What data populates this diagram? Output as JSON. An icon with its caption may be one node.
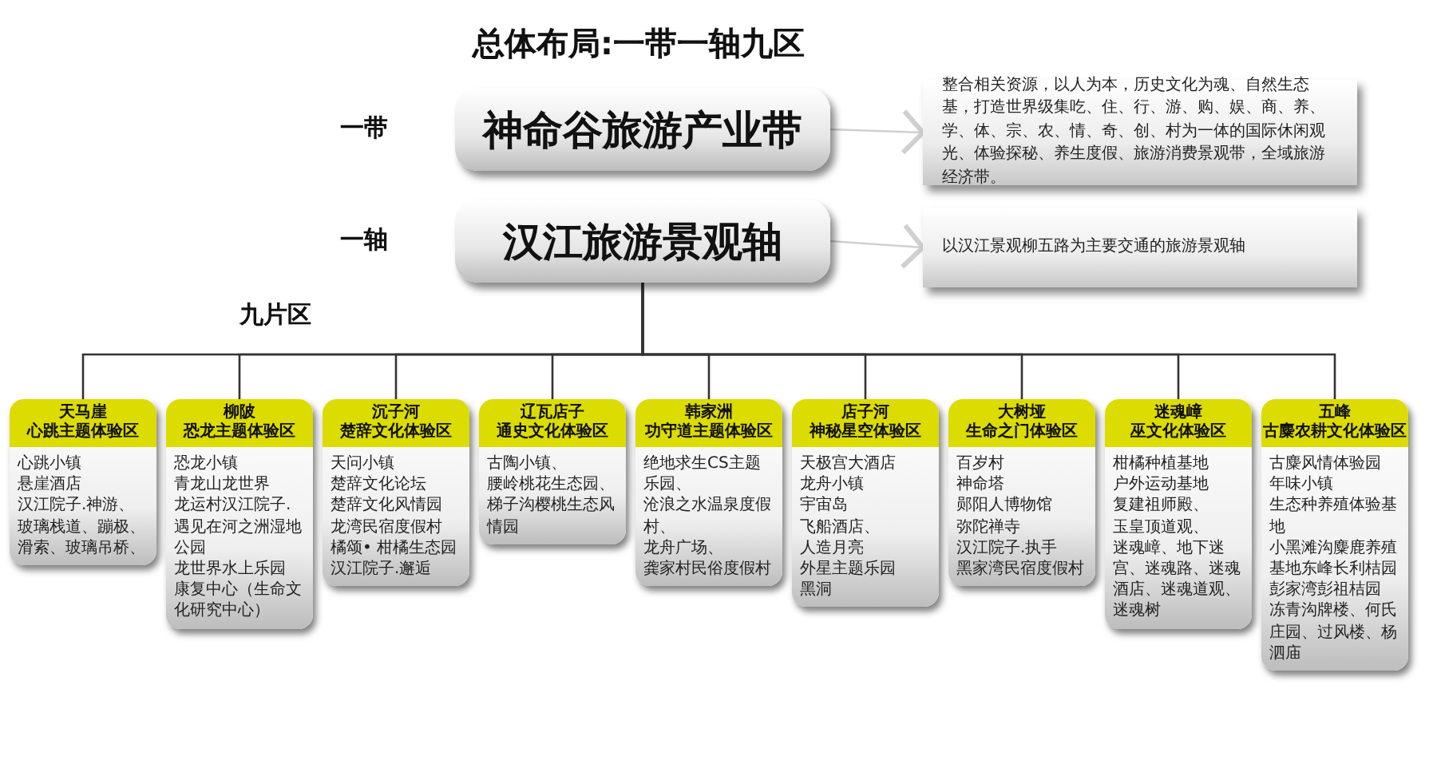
{
  "diagram": {
    "title": "总体布局:一带一轴九区",
    "nodes": [
      {
        "text": [
          "神命谷旅游产业带"
        ],
        "beside": [
          "一带"
        ]
      },
      {
        "text": [
          "整合相关资源，以人为本，历史文化为魂、自然生态基，打造世界级集吃、住、行、游、购、娱、商、养、学、体、宗、农、情、奇、创、村为一体的国际休闲观光、体验探秘、养生度假、旅游消费景观带，全域旅游经济带。"
        ]
      },
      {
        "text": [
          "汉江旅游景观轴"
        ],
        "beside": [
          "一轴"
        ]
      },
      {
        "text": [
          "以汉江景观柳五路为主要交通的旅游景观轴"
        ]
      },
      {
        "text": [
          "天马崖",
          "心跳主题体验区",
          "心跳小镇",
          "悬崖酒店",
          "汉江院子.神游、玻璃栈道、蹦极、滑索、玻璃吊桥、"
        ]
      },
      {
        "text": [
          "柳陂",
          "恐龙主题体验区",
          "恐龙小镇",
          "青龙山龙世界",
          "龙运村汉江院子.遇见在河之洲湿地公园",
          "龙世界水上乐园",
          "康复中心（生命文化研究中心）"
        ]
      },
      {
        "text": [
          "沉子河",
          "楚辞文化体验区",
          "天问小镇",
          "楚辞文化论坛",
          "楚辞文化风情园",
          "龙湾民宿度假村",
          "橘颂• 柑橘生态园",
          "汉江院子.邂逅"
        ]
      },
      {
        "text": [
          "辽瓦店子",
          "通史文化体验区",
          "古陶小镇、",
          "腰岭桃花生态园、",
          "梯子沟樱桃生态风情园"
        ]
      },
      {
        "text": [
          "韩家洲",
          "功守道主题体验区",
          "绝地求生CS主题乐园、",
          "沧浪之水温泉度假村、",
          "龙舟广场、",
          "龚家村民俗度假村"
        ]
      },
      {
        "text": [
          "店子河",
          "神秘星空体验区",
          "天极宫大酒店",
          "龙舟小镇",
          "宇宙岛",
          "飞船酒店、",
          "人造月亮",
          "外星主题乐园",
          "黑洞"
        ]
      },
      {
        "text": [
          "大树垭",
          "生命之门体验区",
          "百岁村",
          "神命塔",
          "郧阳人博物馆",
          "弥陀禅寺",
          "汉江院子.执手",
          "黑家湾民宿度假村"
        ]
      },
      {
        "text": [
          "迷魂嶂",
          "巫文化体验区",
          "柑橘种植基地",
          "户外运动基地",
          "复建祖师殿、",
          "玉皇顶道观、",
          "迷魂嶂、地下迷宫、迷魂路、迷魂酒店、迷魂道观、迷魂树"
        ]
      },
      {
        "text": [
          "五峰",
          "古麋农耕文化体验区",
          "古麋风情体验园",
          "年味小镇",
          "生态种养殖体验基地",
          "小黑滩沟麋鹿养殖基地东峰长利桔园",
          "彭家湾彭祖桔园",
          "冻青沟牌楼、何氏庄园、过风楼、杨泗庙"
        ]
      }
    ],
    "edges": [
      {
        "from": 0,
        "to": 1,
        "arrow": "to",
        "color": "#d0d0d0"
      },
      {
        "from": 2,
        "to": 3,
        "arrow": "to",
        "color": "#d0d0d0"
      },
      {
        "from": 2,
        "to": 4,
        "arrow": "none"
      },
      {
        "from": 2,
        "to": 5,
        "arrow": "none"
      },
      {
        "from": 2,
        "to": 6,
        "arrow": "none"
      },
      {
        "from": 2,
        "to": 7,
        "arrow": "none"
      },
      {
        "from": 2,
        "to": 8,
        "arrow": "none"
      },
      {
        "from": 2,
        "to": 9,
        "arrow": "none"
      },
      {
        "from": 2,
        "to": 10,
        "arrow": "none"
      },
      {
        "from": 2,
        "to": 11,
        "arrow": "none"
      },
      {
        "from": 2,
        "to": 12,
        "arrow": "none"
      }
    ],
    "labels": [
      "九片区"
    ]
  }
}
